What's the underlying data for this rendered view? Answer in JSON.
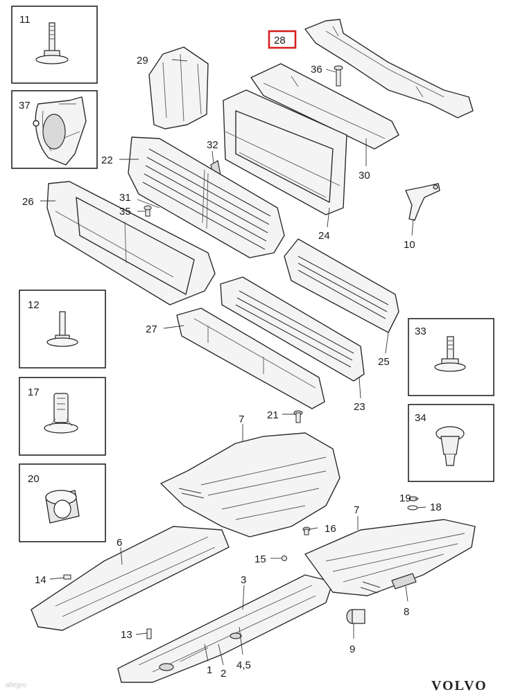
{
  "callouts": {
    "c1": "1",
    "c2": "2",
    "c3": "3",
    "c45": "4,5",
    "c6": "6",
    "c7a": "7",
    "c7b": "7",
    "c8": "8",
    "c9": "9",
    "c10": "10",
    "c13": "13",
    "c14": "14",
    "c15": "15",
    "c16": "16",
    "c18": "18",
    "c19": "19",
    "c21": "21",
    "c22": "22",
    "c23": "23",
    "c24": "24",
    "c25": "25",
    "c26": "26",
    "c27": "27",
    "c28": "28",
    "c29": "29",
    "c30": "30",
    "c31": "31",
    "c32": "32",
    "c35": "35",
    "c36": "36"
  },
  "insets": {
    "i11": "11",
    "i37": "37",
    "i12": "12",
    "i17": "17",
    "i20": "20",
    "i33": "33",
    "i34": "34"
  },
  "brand": "VOLVO",
  "watermark": "allegro"
}
